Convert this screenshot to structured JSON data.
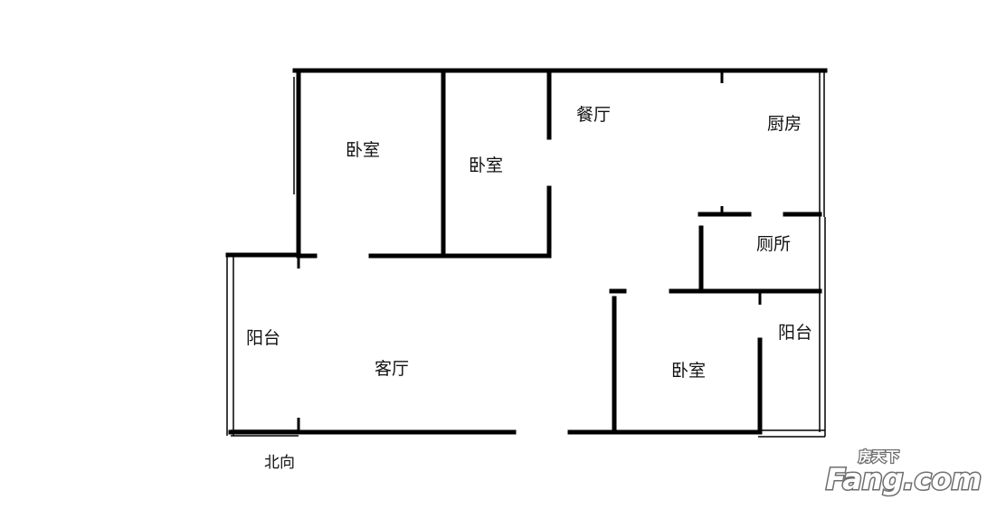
{
  "rooms": {
    "bedroom_1": "卧室",
    "bedroom_2": "卧室",
    "dining": "餐厅",
    "kitchen": "厨房",
    "toilet": "厕所",
    "balcony_west": "阳台",
    "living": "客厅",
    "bedroom_3": "卧室",
    "balcony_east": "阳台"
  },
  "orientation": "北向",
  "watermark": {
    "chinese": "房天下",
    "brand": "Fang.com"
  },
  "colors": {
    "wall": "#000000",
    "background": "#ffffff",
    "watermark_shadow": "#555555"
  }
}
